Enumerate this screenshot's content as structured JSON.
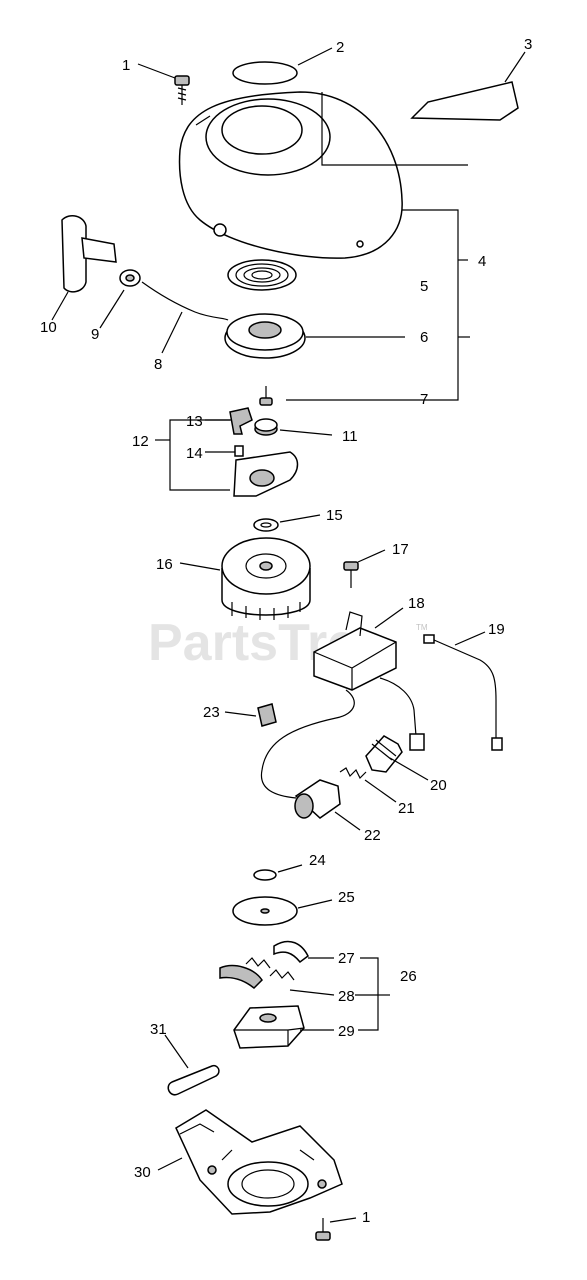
{
  "watermark": "PartsTree",
  "trademark": "TM",
  "callouts": [
    {
      "id": "c1a",
      "text": "1"
    },
    {
      "id": "c2",
      "text": "2"
    },
    {
      "id": "c3",
      "text": "3"
    },
    {
      "id": "c4",
      "text": "4"
    },
    {
      "id": "c5",
      "text": "5"
    },
    {
      "id": "c6",
      "text": "6"
    },
    {
      "id": "c7",
      "text": "7"
    },
    {
      "id": "c8",
      "text": "8"
    },
    {
      "id": "c9",
      "text": "9"
    },
    {
      "id": "c10",
      "text": "10"
    },
    {
      "id": "c11",
      "text": "11"
    },
    {
      "id": "c12",
      "text": "12"
    },
    {
      "id": "c13",
      "text": "13"
    },
    {
      "id": "c14",
      "text": "14"
    },
    {
      "id": "c15",
      "text": "15"
    },
    {
      "id": "c16",
      "text": "16"
    },
    {
      "id": "c17",
      "text": "17"
    },
    {
      "id": "c18",
      "text": "18"
    },
    {
      "id": "c19",
      "text": "19"
    },
    {
      "id": "c20",
      "text": "20"
    },
    {
      "id": "c21",
      "text": "21"
    },
    {
      "id": "c22",
      "text": "22"
    },
    {
      "id": "c23",
      "text": "23"
    },
    {
      "id": "c24",
      "text": "24"
    },
    {
      "id": "c25",
      "text": "25"
    },
    {
      "id": "c26",
      "text": "26"
    },
    {
      "id": "c27",
      "text": "27"
    },
    {
      "id": "c28",
      "text": "28"
    },
    {
      "id": "c29",
      "text": "29"
    },
    {
      "id": "c30",
      "text": "30"
    },
    {
      "id": "c31",
      "text": "31"
    },
    {
      "id": "c1b",
      "text": "1"
    }
  ]
}
